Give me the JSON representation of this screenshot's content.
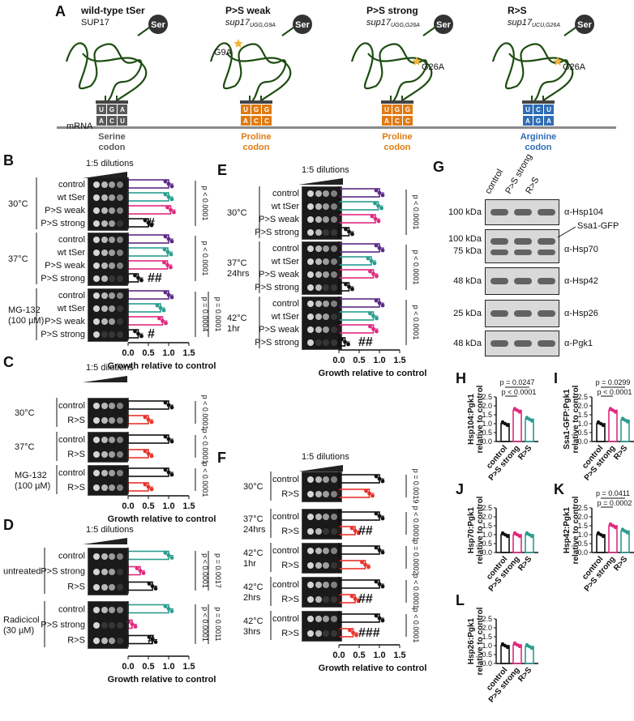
{
  "panel_labels": [
    "A",
    "B",
    "C",
    "D",
    "E",
    "F",
    "G",
    "H",
    "I",
    "J",
    "K",
    "L"
  ],
  "panel_a": {
    "mrna_label": "mRNA",
    "columns": [
      {
        "title": "wild-type tSer",
        "subtitle": "SUP17",
        "mut": "",
        "anticodon_top": [
          "U",
          "G",
          "A"
        ],
        "anticodon_bottom": [
          "A",
          "C",
          "U"
        ],
        "color": "#595959",
        "codon_line1": "Serine",
        "codon_line2": "codon",
        "ser": "Ser"
      },
      {
        "title": "P>S weak",
        "subtitle": "sup17",
        "sub": "UGG,G9A",
        "mut": "G9A",
        "anticodon_top": [
          "U",
          "G",
          "G"
        ],
        "anticodon_bottom": [
          "A",
          "C",
          "C"
        ],
        "color": "#e07b12",
        "codon_line1": "Proline",
        "codon_line2": "codon",
        "ser": "Ser"
      },
      {
        "title": "P>S strong",
        "subtitle": "sup17",
        "sub": "UGG,G26A",
        "mut": "G26A",
        "anticodon_top": [
          "U",
          "G",
          "G"
        ],
        "anticodon_bottom": [
          "A",
          "C",
          "C"
        ],
        "color": "#e07b12",
        "codon_line1": "Proline",
        "codon_line2": "codon",
        "ser": "Ser"
      },
      {
        "title": "R>S",
        "subtitle": "sup17",
        "sub": "UCU,G26A",
        "mut": "G26A",
        "anticodon_top": [
          "U",
          "C",
          "U"
        ],
        "anticodon_bottom": [
          "A",
          "G",
          "A"
        ],
        "color": "#2f6db5",
        "codon_line1": "Arginine",
        "codon_line2": "codon",
        "ser": "Ser"
      }
    ]
  },
  "dilutions_label": "1:5 dilutions",
  "growth_xlabel": "Growth relative to control",
  "x_ticks": [
    "0.0",
    "0.5",
    "1.0",
    "1.5"
  ],
  "colors": {
    "control": "#5b2a86",
    "wt": "#2a9d8f",
    "weak": "#e0297f",
    "strong": "#111111",
    "rs": "#e8332a"
  },
  "panel_b": {
    "groups": [
      {
        "cond": "30°C",
        "rows": [
          "control",
          "wt tSer",
          "P>S weak",
          "P>S strong"
        ],
        "p": "p < 0.0001",
        "mark": "#"
      },
      {
        "cond": "37°C",
        "rows": [
          "control",
          "wt tSer",
          "P>S weak",
          "P>S strong"
        ],
        "p": "p < 0.0001",
        "mark": "##"
      },
      {
        "cond": "MG-132\n(100 µM)",
        "cond1": "MG-132",
        "cond2": "(100 µM)",
        "rows": [
          "control",
          "wt tSer",
          "P>S weak",
          "P>S strong"
        ],
        "p": "p = 0.0004",
        "p2": "p = 0.0001",
        "mark": "#"
      }
    ]
  },
  "panel_c": {
    "groups": [
      {
        "cond": "30°C",
        "rows": [
          "control",
          "R>S"
        ],
        "p": "p < 0.0001"
      },
      {
        "cond": "37°C",
        "rows": [
          "control",
          "R>S"
        ],
        "p": "p < 0.0001"
      },
      {
        "cond1": "MG-132",
        "cond2": "(100 µM)",
        "rows": [
          "control",
          "R>S"
        ],
        "p": "p < 0.0001"
      }
    ]
  },
  "panel_d": {
    "groups": [
      {
        "cond": "untreated",
        "rows": [
          "control",
          "P>S strong",
          "R>S"
        ],
        "p": "p < 0.0001",
        "p2": "p = 0.0017"
      },
      {
        "cond1": "Radicicol",
        "cond2": "(30 µM)",
        "rows": [
          "control",
          "P>S strong",
          "R>S"
        ],
        "p": "p < 0.0001",
        "p2": "p = 0.0011",
        "mark": "#"
      }
    ]
  },
  "panel_e": {
    "groups": [
      {
        "cond": "30°C",
        "rows": [
          "control",
          "wt tSer",
          "P>S weak",
          "P>S strong"
        ],
        "p": "p < 0.0001"
      },
      {
        "cond1": "37°C",
        "cond2": "24hrs",
        "rows": [
          "control",
          "wt tSer",
          "P>S weak",
          "P>S strong"
        ],
        "p": "p < 0.0001"
      },
      {
        "cond1": "42°C",
        "cond2": "1hr",
        "rows": [
          "control",
          "wt tSer",
          "P>S weak",
          "P>S strong"
        ],
        "p": "p < 0.0001",
        "mark": "##"
      }
    ]
  },
  "panel_f": {
    "groups": [
      {
        "cond": "30°C",
        "rows": [
          "control",
          "R>S"
        ],
        "p": "p = 0.0019"
      },
      {
        "cond1": "37°C",
        "cond2": "24hrs",
        "rows": [
          "control",
          "R>S"
        ],
        "p": "p < 0.0001",
        "mark": "##"
      },
      {
        "cond1": "42°C",
        "cond2": "1hr",
        "rows": [
          "control",
          "R>S"
        ],
        "p": "p = 0.0002"
      },
      {
        "cond1": "42°C",
        "cond2": "2hrs",
        "rows": [
          "control",
          "R>S"
        ],
        "p": "p < 0.0001",
        "mark": "##"
      },
      {
        "cond1": "42°C",
        "cond2": "3hrs",
        "rows": [
          "control",
          "R>S"
        ],
        "p": "p < 0.0001",
        "mark": "###"
      }
    ]
  },
  "panel_g": {
    "lanes": [
      "control",
      "P>S strong",
      "R>S"
    ],
    "blots": [
      {
        "kda": "100 kDa",
        "label": "α-Hsp104"
      },
      {
        "kda": "100 kDa",
        "kda2": "75 kDa",
        "label": "α-Hsp70",
        "extra": "Ssa1-GFP"
      },
      {
        "kda": "48 kDa",
        "label": "α-Hsp42"
      },
      {
        "kda": "25 kDa",
        "label": "α-Hsp26"
      },
      {
        "kda": "48 kDa",
        "label": "α-Pgk1"
      }
    ]
  },
  "quant": {
    "categories": [
      "control",
      "P>S strong",
      "R>S"
    ],
    "y_ticks": [
      "0.0",
      "0.5",
      "1.0",
      "1.5",
      "2.0",
      "2.5"
    ],
    "H": {
      "ylabel1": "Hsp104:Pgk1",
      "ylabel2": "relative to control",
      "p1": "p = 0.0247",
      "p2": "p < 0.0001"
    },
    "I": {
      "ylabel1": "Ssa1-GFP:Pgk1",
      "ylabel2": "relative to control",
      "p1": "p = 0.0299",
      "p2": "p < 0.0001"
    },
    "J": {
      "ylabel1": "Hsp70:Pgk1",
      "ylabel2": "relative to control"
    },
    "K": {
      "ylabel1": "Hsp42:Pgk1",
      "ylabel2": "relative to control",
      "p1": "p = 0.0411",
      "p2": "p = 0.0002"
    },
    "L": {
      "ylabel1": "Hsp26:Pgk1",
      "ylabel2": "relative to control"
    }
  },
  "chart_data": [
    {
      "type": "bar",
      "panel": "B",
      "orientation": "horizontal",
      "categories": [
        "30°C control",
        "30°C wt tSer",
        "30°C P>S weak",
        "30°C P>S strong",
        "37°C control",
        "37°C wt tSer",
        "37°C P>S weak",
        "37°C P>S strong",
        "MG-132 control",
        "MG-132 wt tSer",
        "MG-132 P>S weak",
        "MG-132 P>S strong"
      ],
      "values": [
        1.0,
        1.0,
        1.05,
        0.5,
        1.0,
        0.98,
        0.97,
        0.25,
        1.0,
        0.8,
        0.85,
        0.25
      ],
      "xlabel": "Growth relative to control",
      "xlim": [
        0,
        1.5
      ]
    },
    {
      "type": "bar",
      "panel": "C",
      "orientation": "horizontal",
      "categories": [
        "30°C control",
        "30°C R>S",
        "37°C control",
        "37°C R>S",
        "MG-132 control",
        "MG-132 R>S"
      ],
      "values": [
        1.0,
        0.5,
        1.0,
        0.5,
        1.0,
        0.5
      ],
      "xlabel": "Growth relative to control",
      "xlim": [
        0,
        1.5
      ]
    },
    {
      "type": "bar",
      "panel": "D",
      "orientation": "horizontal",
      "categories": [
        "untreated control",
        "untreated P>S strong",
        "untreated R>S",
        "Radicicol control",
        "Radicicol P>S strong",
        "Radicicol R>S"
      ],
      "values": [
        1.0,
        0.3,
        0.6,
        1.0,
        0.1,
        0.6
      ],
      "xlabel": "Growth relative to control",
      "xlim": [
        0,
        1.5
      ]
    },
    {
      "type": "bar",
      "panel": "E",
      "orientation": "horizontal",
      "categories": [
        "30°C control",
        "30°C wt tSer",
        "30°C P>S weak",
        "30°C P>S strong",
        "37°C 24hrs control",
        "37°C 24hrs wt tSer",
        "37°C 24hrs P>S weak",
        "37°C 24hrs P>S strong",
        "42°C 1hr control",
        "42°C 1hr wt tSer",
        "42°C 1hr P>S weak",
        "42°C 1hr P>S strong"
      ],
      "values": [
        1.0,
        0.97,
        0.9,
        0.25,
        1.0,
        0.8,
        0.85,
        0.25,
        1.0,
        0.85,
        0.85,
        0.15
      ],
      "xlabel": "Growth relative to control",
      "xlim": [
        0,
        1.5
      ]
    },
    {
      "type": "bar",
      "panel": "F",
      "orientation": "horizontal",
      "categories": [
        "30°C control",
        "30°C R>S",
        "37°C 24hrs control",
        "37°C 24hrs R>S",
        "42°C 1hr control",
        "42°C 1hr R>S",
        "42°C 2hrs control",
        "42°C 2hrs R>S",
        "42°C 3hrs control",
        "42°C 3hrs R>S"
      ],
      "values": [
        1.0,
        0.75,
        1.0,
        0.4,
        1.0,
        0.65,
        1.0,
        0.4,
        1.0,
        0.35
      ],
      "xlabel": "Growth relative to control",
      "xlim": [
        0,
        1.5
      ]
    },
    {
      "type": "bar",
      "panel": "H",
      "categories": [
        "control",
        "P>S strong",
        "R>S"
      ],
      "values": [
        1.0,
        1.75,
        1.25
      ],
      "ylabel": "Hsp104:Pgk1 relative to control",
      "ylim": [
        0,
        2.5
      ]
    },
    {
      "type": "bar",
      "panel": "I",
      "categories": [
        "control",
        "P>S strong",
        "R>S"
      ],
      "values": [
        1.0,
        1.75,
        1.2
      ],
      "ylabel": "Ssa1-GFP:Pgk1 relative to control",
      "ylim": [
        0,
        2.5
      ]
    },
    {
      "type": "bar",
      "panel": "J",
      "categories": [
        "control",
        "P>S strong",
        "R>S"
      ],
      "values": [
        1.0,
        1.0,
        1.0
      ],
      "ylabel": "Hsp70:Pgk1 relative to control",
      "ylim": [
        0,
        2.5
      ]
    },
    {
      "type": "bar",
      "panel": "K",
      "categories": [
        "control",
        "P>S strong",
        "R>S"
      ],
      "values": [
        1.0,
        1.5,
        1.2
      ],
      "ylabel": "Hsp42:Pgk1 relative to control",
      "ylim": [
        0,
        2.5
      ]
    },
    {
      "type": "bar",
      "panel": "L",
      "categories": [
        "control",
        "P>S strong",
        "R>S"
      ],
      "values": [
        1.0,
        1.05,
        0.95
      ],
      "ylabel": "Hsp26:Pgk1 relative to control",
      "ylim": [
        0,
        2.5
      ]
    }
  ]
}
